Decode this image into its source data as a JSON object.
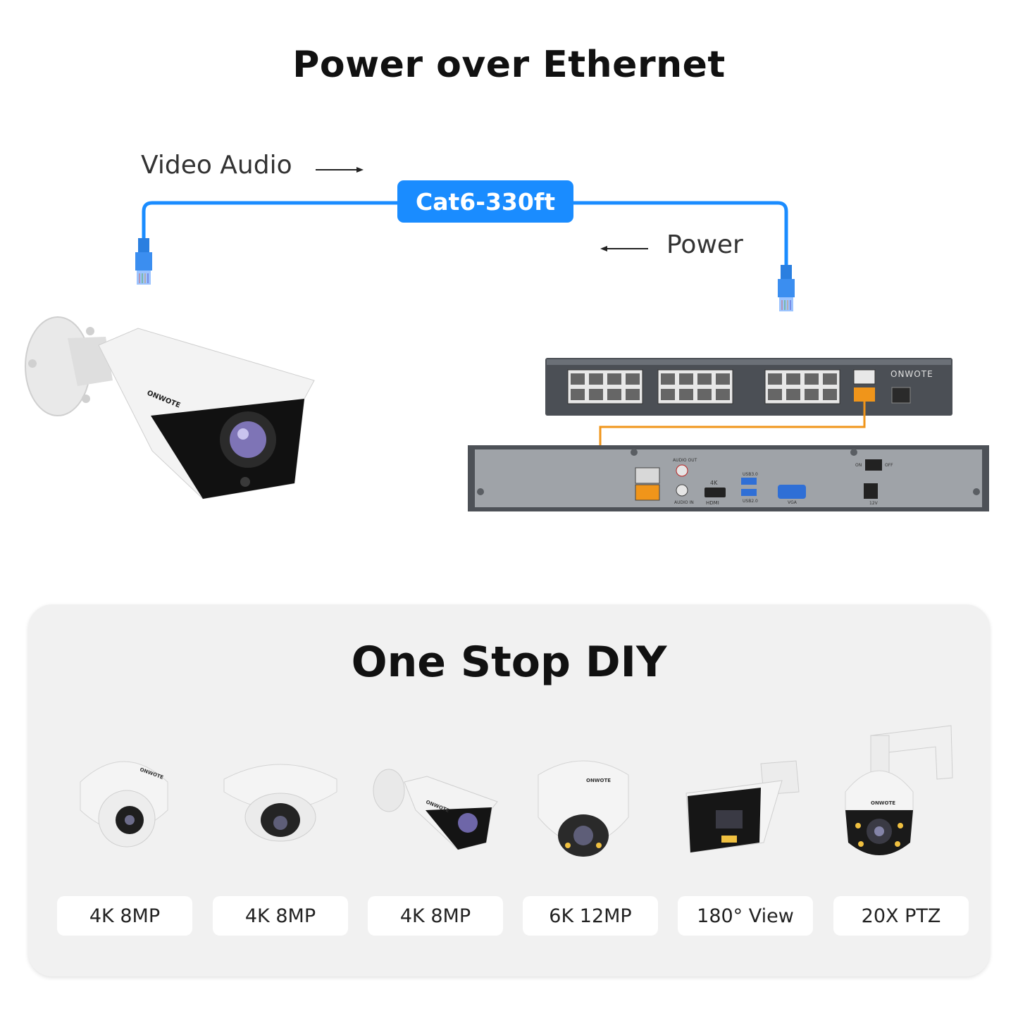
{
  "header": {
    "title": "Power over Ethernet"
  },
  "diagram": {
    "left_label": "Video Audio",
    "right_label": "Power",
    "cable_label": "Cat6-330ft",
    "brand": "ONWOTE",
    "nvr_port_labels": {
      "audio_out": "AUDIO OUT",
      "audio_in": "AUDIO IN",
      "res": "4K",
      "hdmi": "HDMI",
      "usb3": "USB3.0",
      "usb2": "USB2.0",
      "vga": "VGA",
      "on": "ON",
      "off": "OFF",
      "power": "12V"
    },
    "colors": {
      "cable": "#1a8cff",
      "patch": "#f0951a"
    }
  },
  "diy": {
    "title": "One Stop DIY",
    "cameras": [
      {
        "label": "4K 8MP",
        "icon": "turret-camera-icon"
      },
      {
        "label": "4K 8MP",
        "icon": "dome-camera-icon"
      },
      {
        "label": "4K 8MP",
        "icon": "bullet-camera-icon"
      },
      {
        "label": "6K 12MP",
        "icon": "turret-color-camera-icon"
      },
      {
        "label": "180° View",
        "icon": "panoramic-bullet-camera-icon"
      },
      {
        "label": "20X PTZ",
        "icon": "ptz-camera-icon"
      }
    ]
  }
}
